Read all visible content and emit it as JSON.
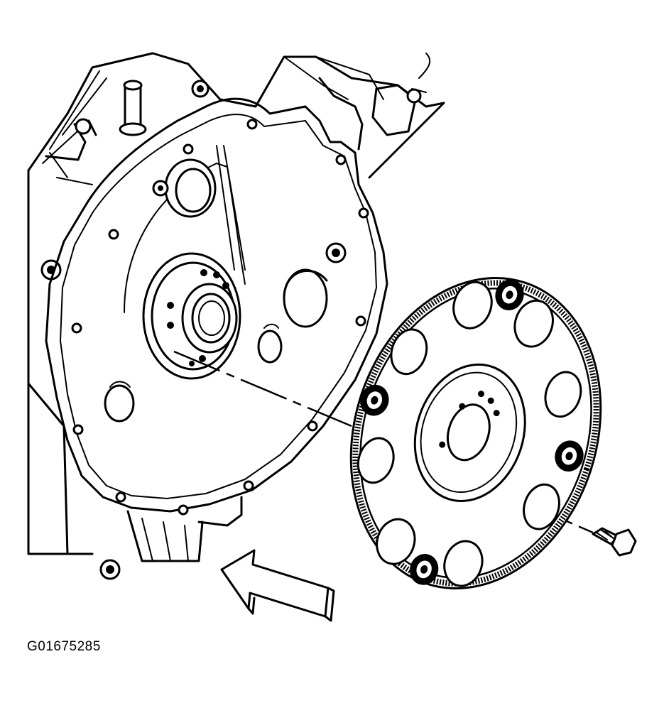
{
  "figure": {
    "id_label": "G01675285",
    "colors": {
      "ink": "#000000",
      "paper": "#ffffff"
    },
    "parts": [
      "engine-block",
      "flywheel-housing",
      "crankshaft-flange",
      "flexplate",
      "ring-gear",
      "flexplate-bolt",
      "direction-arrow"
    ]
  }
}
